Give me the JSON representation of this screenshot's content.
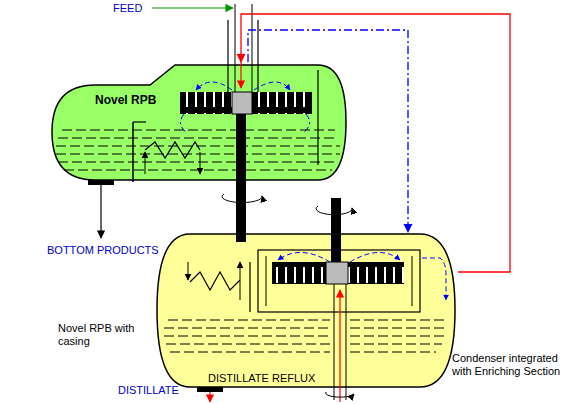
{
  "diagram": {
    "nodes": [
      {
        "text": [
          "Novel RPB"
        ]
      },
      {
        "text": [
          "Novel RPB with casing"
        ]
      }
    ],
    "edges": [
      {
        "from": 0,
        "to": 1,
        "arrow": "to"
      },
      {
        "from": 1,
        "to": 0,
        "arrow": "to"
      }
    ],
    "labels": [
      "FEED",
      "BOTTOM PRODUCTS",
      "DISTILLATE",
      "DISTILLATE REFLUX",
      "Condenser integrated with Enriching Section"
    ]
  }
}
